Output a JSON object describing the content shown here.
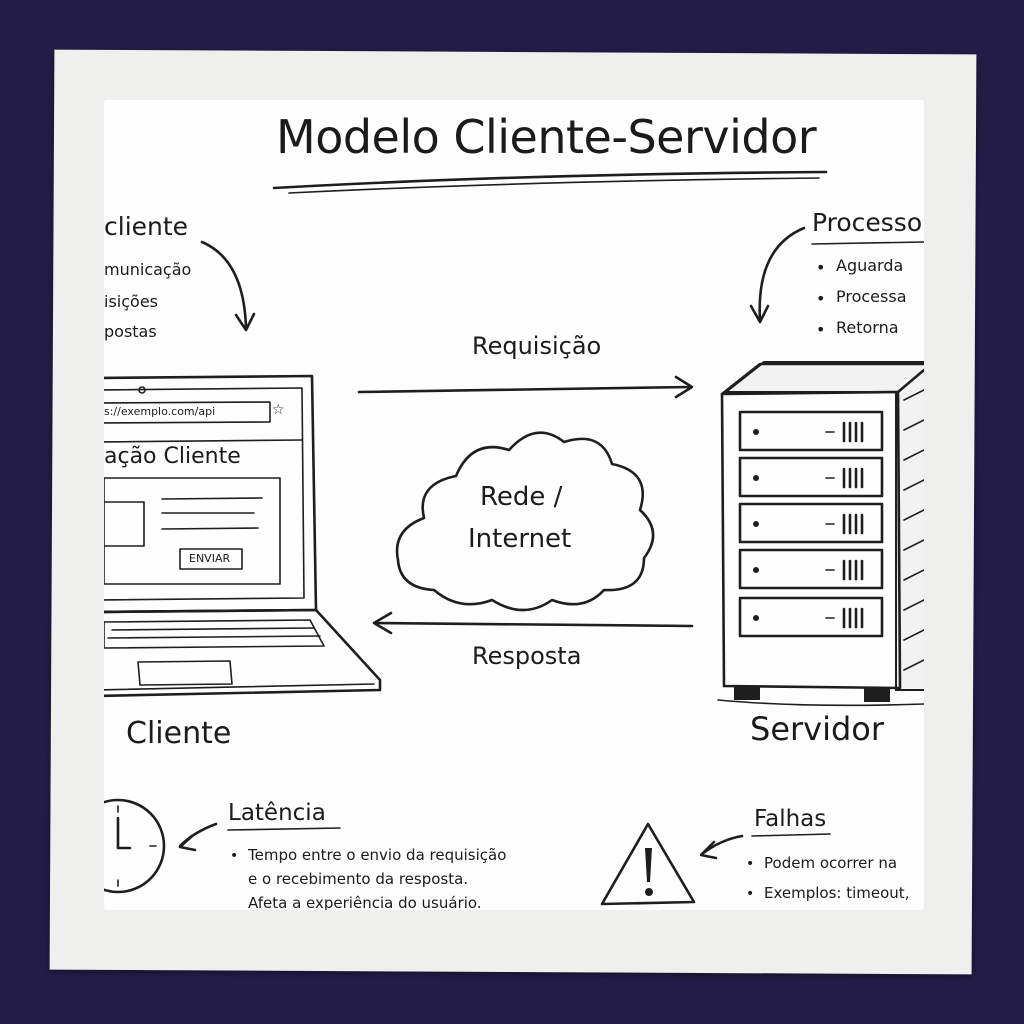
{
  "title": "Modelo Cliente-Servidor",
  "client_notes": {
    "heading": "cliente",
    "items": [
      "municação",
      "isições",
      "postas"
    ]
  },
  "server_notes": {
    "heading": "Processo",
    "items": [
      "Aguarda",
      "Processa",
      "Retorna"
    ]
  },
  "laptop": {
    "url": "s://exemplo.com/api",
    "app_title": "ação Cliente",
    "send_button": "ENVIAR",
    "caption": "Cliente"
  },
  "request_label": "Requisição",
  "response_label": "Resposta",
  "cloud": {
    "line1": "Rede /",
    "line2": "Internet"
  },
  "server_caption": "Servidor",
  "latency": {
    "heading": "Latência",
    "items": [
      "Tempo entre o envio da requisição",
      "e o recebimento da resposta.",
      "Afeta a experiência do usuário."
    ]
  },
  "failures": {
    "heading": "Falhas",
    "items": [
      "Podem ocorrer na",
      "Exemplos: timeout,"
    ]
  },
  "icons": [
    "clock-icon",
    "warning-icon",
    "cloud-icon",
    "laptop-icon",
    "server-rack-icon",
    "star-icon"
  ]
}
